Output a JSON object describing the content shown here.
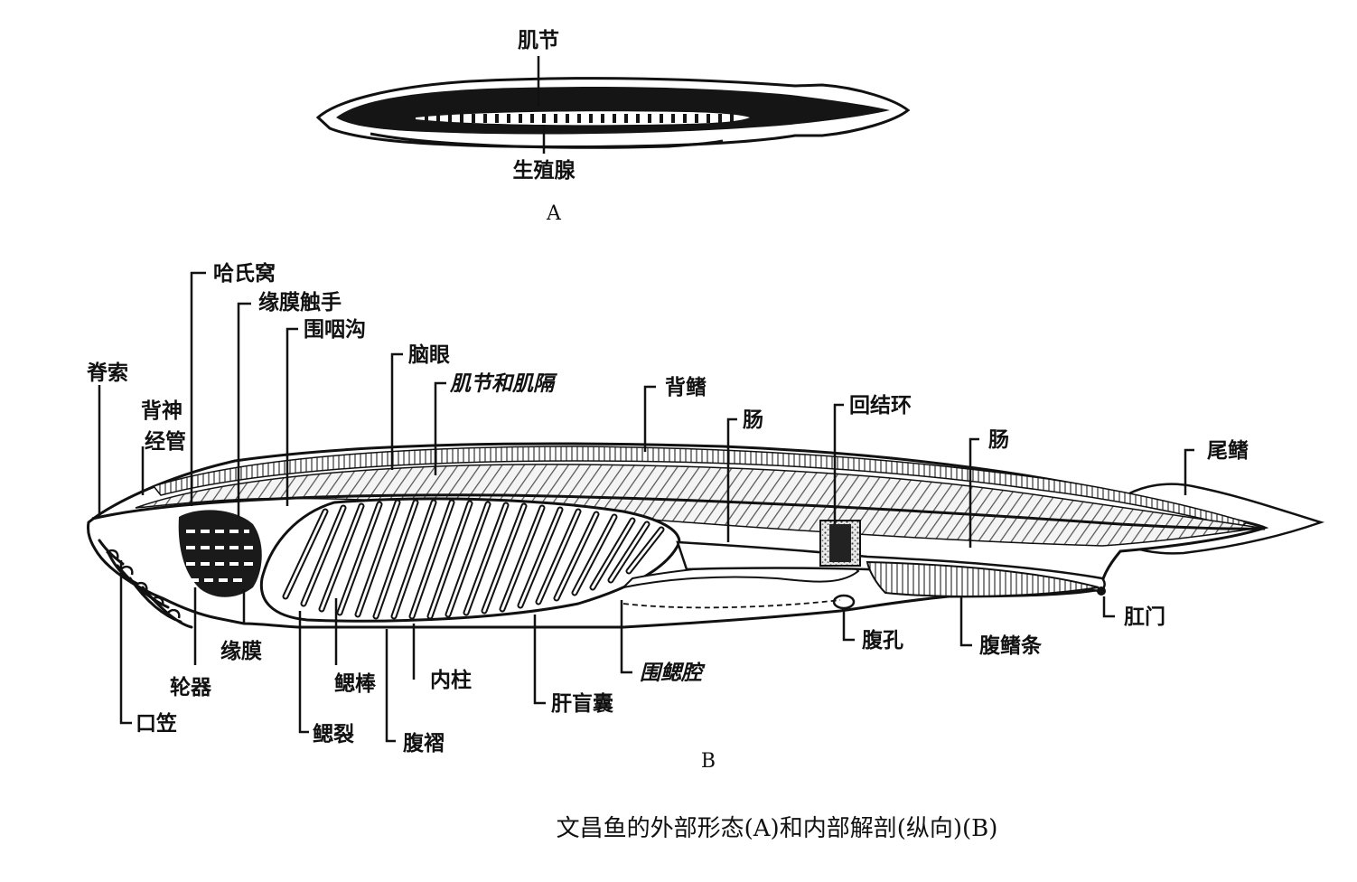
{
  "panel_a": {
    "label": "A",
    "labels": {
      "myomere": "肌节",
      "gonad": "生殖腺"
    }
  },
  "panel_b": {
    "label": "B",
    "labels": {
      "hatschek_pit": "哈氏窝",
      "velar_tentacles": "缘膜触手",
      "peripharyngeal_groove": "围咽沟",
      "notochord": "脊索",
      "nerve_cord_line1": "背神",
      "nerve_cord_line2": "经管",
      "brain_eye": "脑眼",
      "myomere_myoseptum": "肌节和肌隔",
      "dorsal_fin": "背鳍",
      "intestine_1": "肠",
      "ileocolic_ring": "回结环",
      "intestine_2": "肠",
      "caudal_fin": "尾鳍",
      "velum": "缘膜",
      "wheel_organ": "轮器",
      "oral_hood": "口笠",
      "gill_bar": "鳃棒",
      "gill_slit": "鳃裂",
      "endostyle": "内柱",
      "metapleural_fold": "腹褶",
      "hepatic_caecum": "肝盲囊",
      "atrium": "围鳃腔",
      "atriopore": "腹孔",
      "ventral_fin_rays": "腹鳍条",
      "anus": "肛门"
    }
  },
  "caption": "文昌鱼的外部形态(A)和内部解剖(纵向)(B)"
}
